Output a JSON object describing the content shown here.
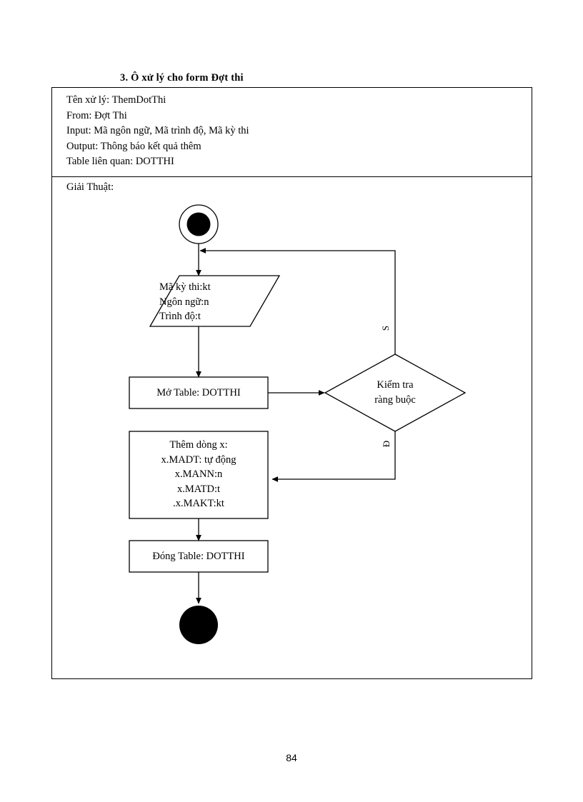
{
  "document": {
    "title": "3.  Ô xử lý cho form Đợt thi",
    "page_number": "84"
  },
  "header": {
    "lines": [
      "Tên xử lý: ThemDotThi",
      "From: Đợt Thi",
      "Input:  Mã ngôn ngữ, Mã trình  độ, Mã kỳ thi",
      "Output: Thông  báo kết quả thêm",
      "Table liên  quan:  DOTTHI"
    ]
  },
  "algorithm": {
    "label": "Giải Thuật:",
    "nodes": {
      "start": "start-node",
      "input": {
        "lines": [
          "Mã kỳ thi:kt",
          "Ngôn ngữ:n",
          "Trình  độ:t"
        ]
      },
      "open_table": "Mở Table:  DOTTHI",
      "decision": {
        "lines": [
          "Kiểm tra",
          "ràng buộc"
        ]
      },
      "add_row": {
        "lines": [
          "Thêm  dòng x:",
          "x.MADT:  tự động",
          "x.MANN:n",
          "x.MATD:t",
          ".x.MAKT:kt"
        ]
      },
      "close_table": "Đóng Table: DOTTHI",
      "end": "end-node"
    },
    "branch_labels": {
      "false_label": "S",
      "true_label": "Đ"
    }
  },
  "colors": {
    "ink": "#000000",
    "paper": "#ffffff"
  }
}
